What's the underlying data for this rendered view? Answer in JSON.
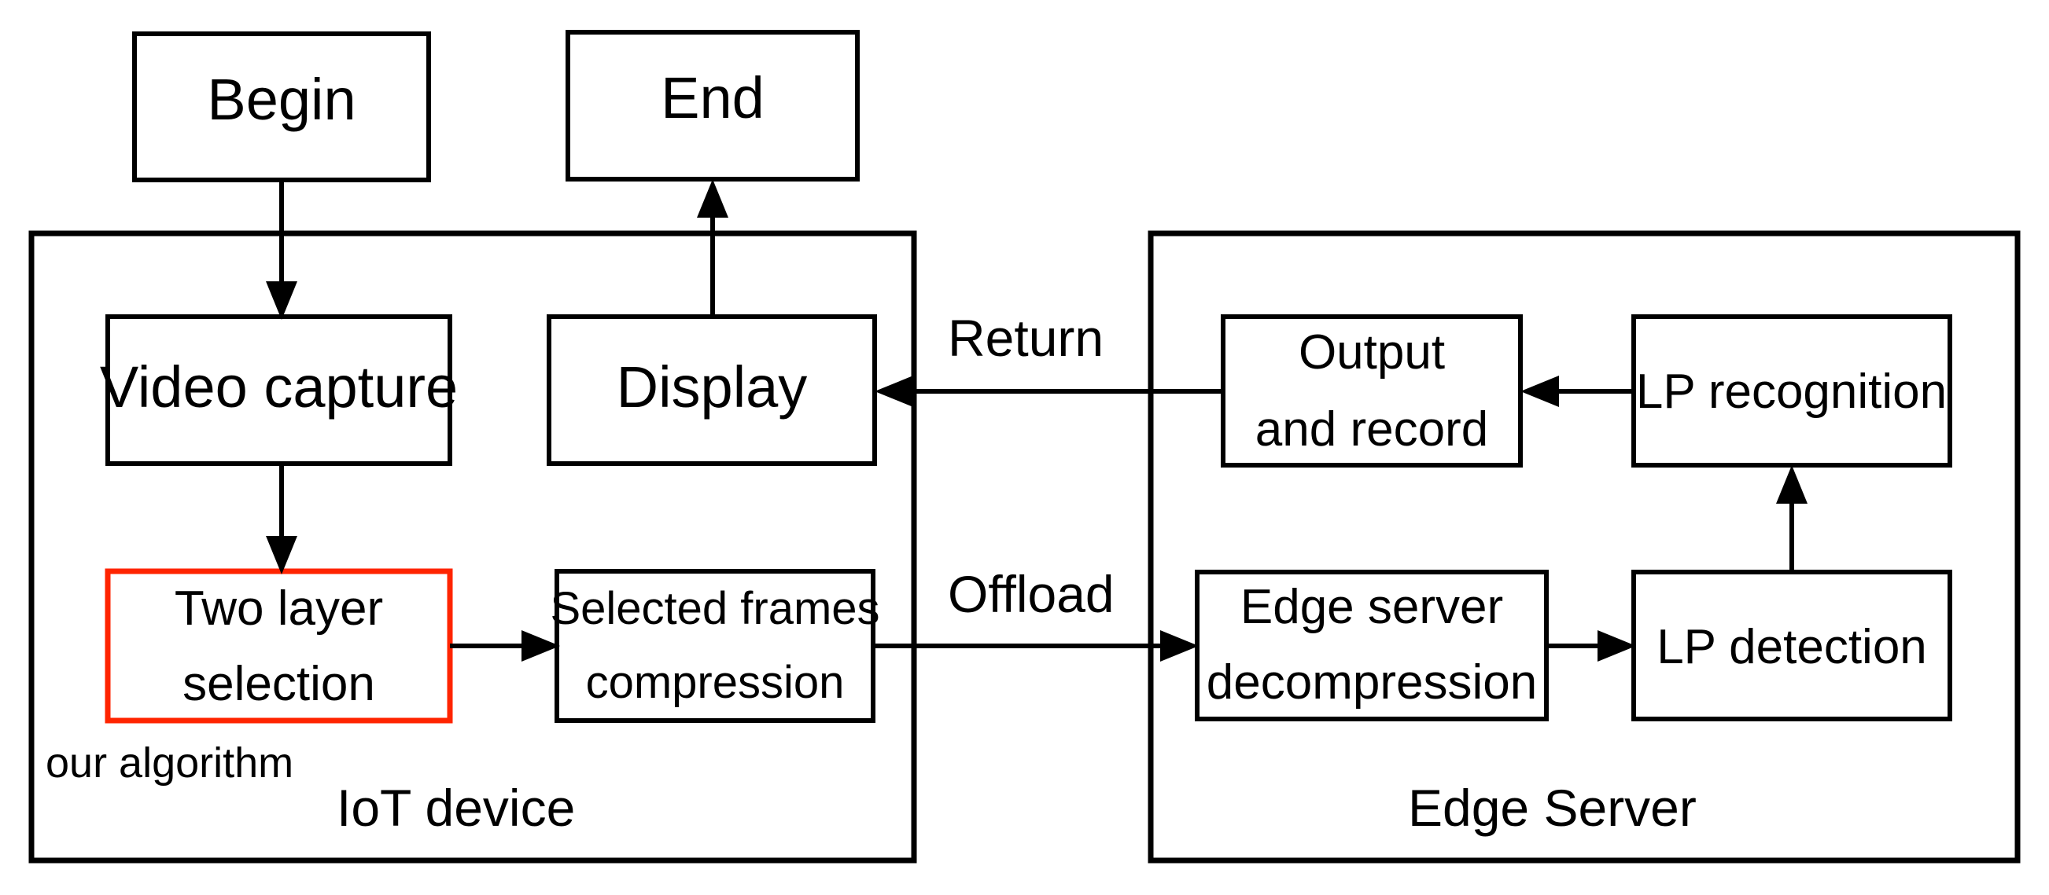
{
  "diagram": {
    "title": "IoT device and Edge Server license plate recognition offloading flowchart",
    "accent_color": "#ff2400",
    "line_color": "#000000",
    "background_color": "#ffffff"
  },
  "nodes": {
    "begin": {
      "label": "Begin"
    },
    "end": {
      "label": "End"
    },
    "video_capture": {
      "label": "Video capture"
    },
    "display": {
      "label": "Display"
    },
    "two_layer_selection": {
      "line1": "Two layer",
      "line2": "selection",
      "highlight_color": "#ff2400"
    },
    "selected_frames_compression": {
      "line1": "Selected frames",
      "line2": "compression"
    },
    "output_and_record": {
      "line1": "Output",
      "line2": "and record"
    },
    "lp_recognition": {
      "label": "LP recognition"
    },
    "edge_server_decompression": {
      "line1": "Edge server",
      "line2": "decompression"
    },
    "lp_detection": {
      "label": "LP detection"
    }
  },
  "edge_labels": {
    "return": "Return",
    "offload": "Offload"
  },
  "zones": {
    "iot_device": {
      "label": "IoT device"
    },
    "edge_server": {
      "label": "Edge Server"
    }
  },
  "annotations": {
    "our_algorithm": "our algorithm"
  },
  "chart_data": {
    "type": "diagram",
    "flow": [
      {
        "from": "begin",
        "to": "video_capture",
        "direction": "down",
        "label": ""
      },
      {
        "from": "video_capture",
        "to": "two_layer_selection",
        "direction": "down",
        "label": ""
      },
      {
        "from": "two_layer_selection",
        "to": "selected_frames_compression",
        "direction": "right",
        "label": ""
      },
      {
        "from": "selected_frames_compression",
        "to": "edge_server_decompression",
        "direction": "right",
        "label": "Offload"
      },
      {
        "from": "edge_server_decompression",
        "to": "lp_detection",
        "direction": "right",
        "label": ""
      },
      {
        "from": "lp_detection",
        "to": "lp_recognition",
        "direction": "up",
        "label": ""
      },
      {
        "from": "lp_recognition",
        "to": "output_and_record",
        "direction": "left",
        "label": ""
      },
      {
        "from": "output_and_record",
        "to": "display",
        "direction": "left",
        "label": "Return"
      },
      {
        "from": "display",
        "to": "end",
        "direction": "up",
        "label": ""
      }
    ],
    "groups": [
      {
        "name": "IoT device",
        "members": [
          "video_capture",
          "display",
          "two_layer_selection",
          "selected_frames_compression"
        ]
      },
      {
        "name": "Edge Server",
        "members": [
          "output_and_record",
          "lp_recognition",
          "edge_server_decompression",
          "lp_detection"
        ]
      }
    ]
  }
}
